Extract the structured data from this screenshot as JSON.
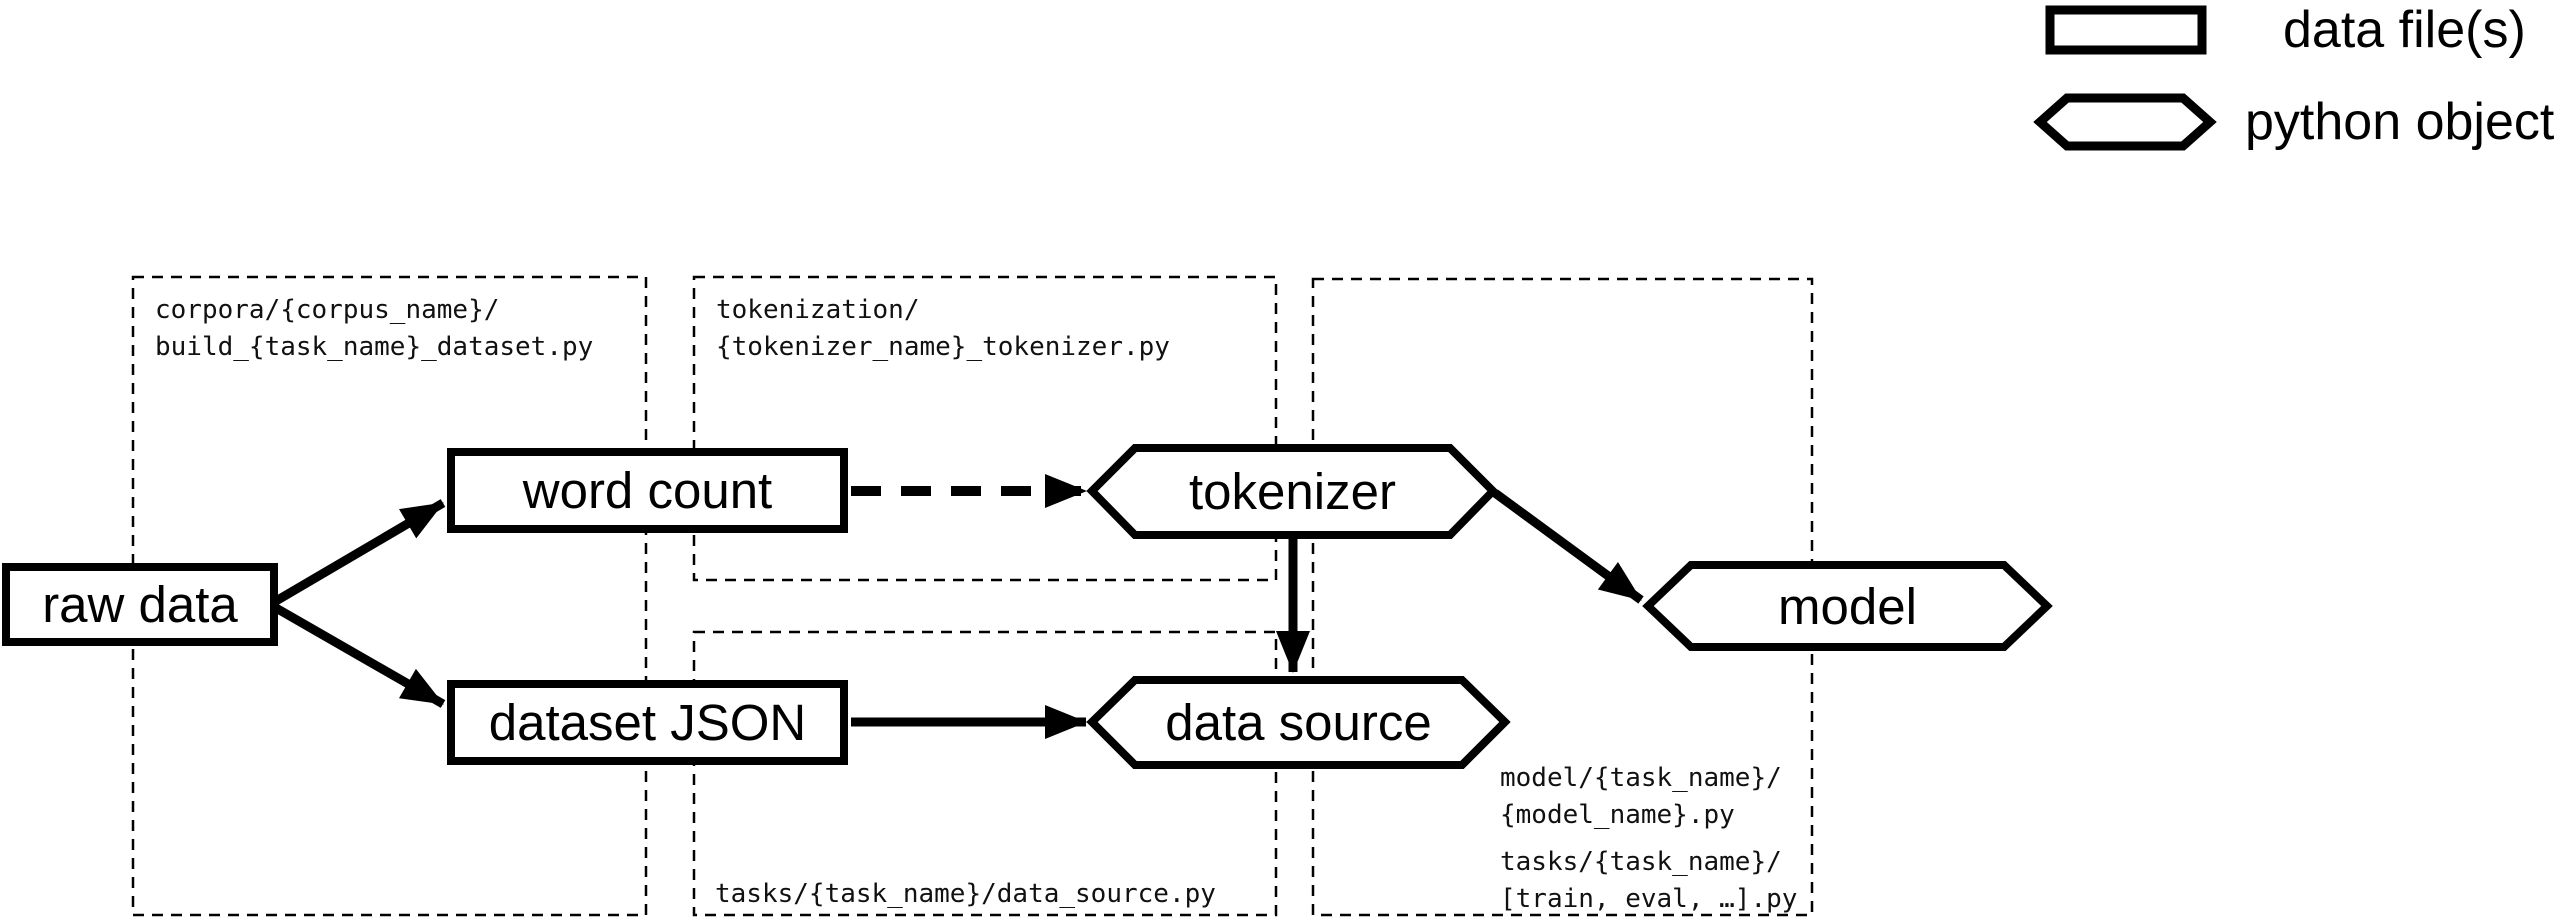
{
  "colors": {
    "ink": "#000000",
    "background": "#ffffff"
  },
  "legend": {
    "items": [
      {
        "shape": "rectangle",
        "label": "data file(s)"
      },
      {
        "shape": "hexagon",
        "label": "python object"
      }
    ]
  },
  "nodes": {
    "raw_data": {
      "label": "raw data",
      "type": "data file(s)"
    },
    "word_count": {
      "label": "word count",
      "type": "data file(s)"
    },
    "dataset_json": {
      "label": "dataset JSON",
      "type": "data file(s)"
    },
    "tokenizer": {
      "label": "tokenizer",
      "type": "python object"
    },
    "data_source": {
      "label": "data source",
      "type": "python object"
    },
    "model": {
      "label": "model",
      "type": "python object"
    }
  },
  "groups": {
    "corpora": {
      "path_lines": [
        "corpora/{corpus_name}/",
        "build_{task_name}_dataset.py"
      ]
    },
    "tokenization": {
      "path_lines": [
        "tokenization/",
        "{tokenizer_name}_tokenizer.py"
      ]
    },
    "tasks_data_source": {
      "path_lines": [
        "tasks/{task_name}/data_source.py"
      ]
    },
    "model_tasks": {
      "path_lines_model": [
        "model/{task_name}/",
        "{model_name}.py"
      ],
      "path_lines_tasks": [
        "tasks/{task_name}/",
        "[train, eval, …].py"
      ]
    }
  },
  "edges": [
    {
      "from": "raw_data",
      "to": "word_count",
      "style": "solid"
    },
    {
      "from": "raw_data",
      "to": "dataset_json",
      "style": "solid"
    },
    {
      "from": "word_count",
      "to": "tokenizer",
      "style": "dashed"
    },
    {
      "from": "dataset_json",
      "to": "data_source",
      "style": "solid"
    },
    {
      "from": "tokenizer",
      "to": "data_source",
      "style": "solid"
    },
    {
      "from": "tokenizer",
      "to": "model",
      "style": "solid"
    }
  ]
}
